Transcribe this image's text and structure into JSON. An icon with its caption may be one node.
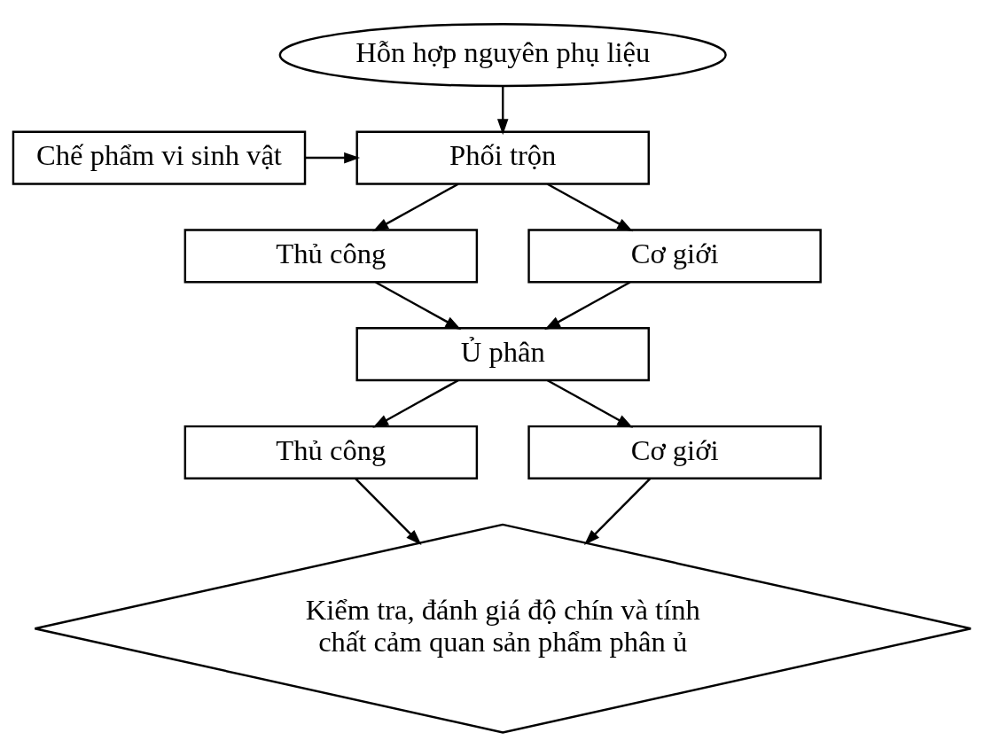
{
  "diagram": {
    "nodes": [
      {
        "text": [
          "Hỗn hợp nguyên phụ liệu"
        ]
      },
      {
        "text": [
          "Phối trộn"
        ]
      },
      {
        "text": [
          "Chế phẩm vi sinh vật"
        ]
      },
      {
        "text": [
          "Thủ công"
        ]
      },
      {
        "text": [
          "Cơ giới"
        ]
      },
      {
        "text": [
          "Ủ phân"
        ]
      },
      {
        "text": [
          "Thủ công"
        ]
      },
      {
        "text": [
          "Cơ giới"
        ]
      },
      {
        "text": [
          "Kiểm tra, đánh giá độ chín và tính chất cảm quan sản phẩm phân ủ"
        ]
      }
    ],
    "edges": [
      {
        "from": 0,
        "to": 1,
        "arrow": "to"
      },
      {
        "from": 2,
        "to": 1,
        "arrow": "to"
      },
      {
        "from": 1,
        "to": 3,
        "arrow": "to"
      },
      {
        "from": 1,
        "to": 4,
        "arrow": "to"
      },
      {
        "from": 3,
        "to": 5,
        "arrow": "to"
      },
      {
        "from": 4,
        "to": 5,
        "arrow": "to"
      },
      {
        "from": 5,
        "to": 6,
        "arrow": "to"
      },
      {
        "from": 5,
        "to": 7,
        "arrow": "to"
      },
      {
        "from": 6,
        "to": 8,
        "arrow": "to"
      },
      {
        "from": 7,
        "to": 8,
        "arrow": "to"
      }
    ]
  }
}
